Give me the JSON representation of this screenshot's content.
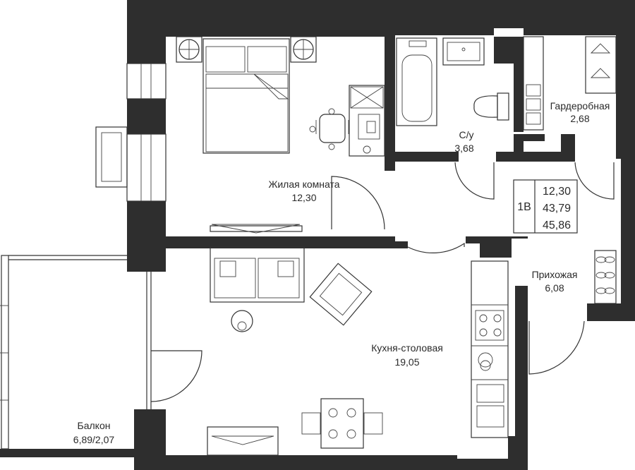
{
  "rooms": {
    "living": {
      "name": "Жилая комната",
      "area": "12,30"
    },
    "bathroom": {
      "name": "С/у",
      "area": "3,68"
    },
    "wardrobe": {
      "name": "Гардеробная",
      "area": "2,68"
    },
    "hallway": {
      "name": "Прихожая",
      "area": "6,08"
    },
    "kitchen": {
      "name": "Кухня-столовая",
      "area": "19,05"
    },
    "balcony": {
      "name": "Балкон",
      "area": "6,89/2,07"
    }
  },
  "summary": {
    "type": "1В",
    "living_area": "12,30",
    "total_area": "43,79",
    "total_with_balcony": "45,86"
  },
  "colors": {
    "wall": "#2e2e2e",
    "line": "#333333",
    "background": "#ffffff"
  }
}
